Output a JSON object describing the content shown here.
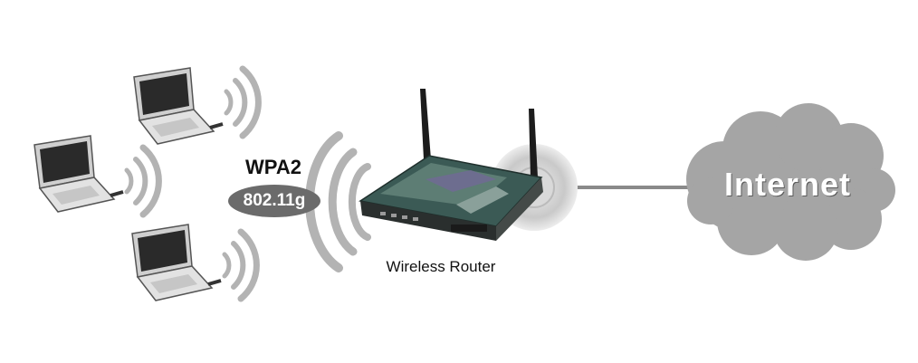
{
  "diagram": {
    "security_title": "WPA2",
    "standard_badge": "802.11g",
    "router_label": "Wireless Router",
    "cloud_label": "Internet"
  },
  "icons": [
    "laptop-icon",
    "wifi-signal-icon",
    "wireless-router-icon",
    "cloud-icon"
  ],
  "colors": {
    "cloud": "#a5a5a5",
    "badge": "#6b6b6b",
    "signal_arcs": "#b3b3b3",
    "router_body": "#3b5a55",
    "cable": "#8a8a8a"
  }
}
